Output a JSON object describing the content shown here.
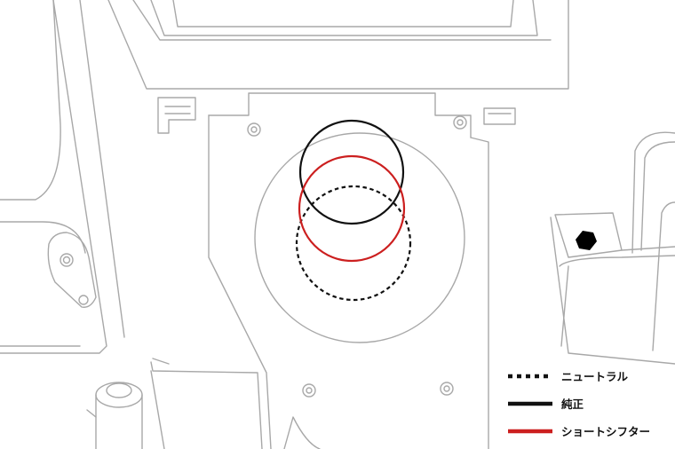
{
  "legend": {
    "items": [
      {
        "label": "ニュートラル",
        "line_style": "dotted",
        "color": "#111111"
      },
      {
        "label": "純正",
        "line_style": "solid",
        "color": "#111111"
      },
      {
        "label": "ショートシフター",
        "line_style": "solid",
        "color": "#cc1f1f"
      }
    ]
  },
  "colors": {
    "outline": "#a8a8a8",
    "neutral": "#111111",
    "stock": "#111111",
    "short_shifter": "#cc1f1f"
  }
}
